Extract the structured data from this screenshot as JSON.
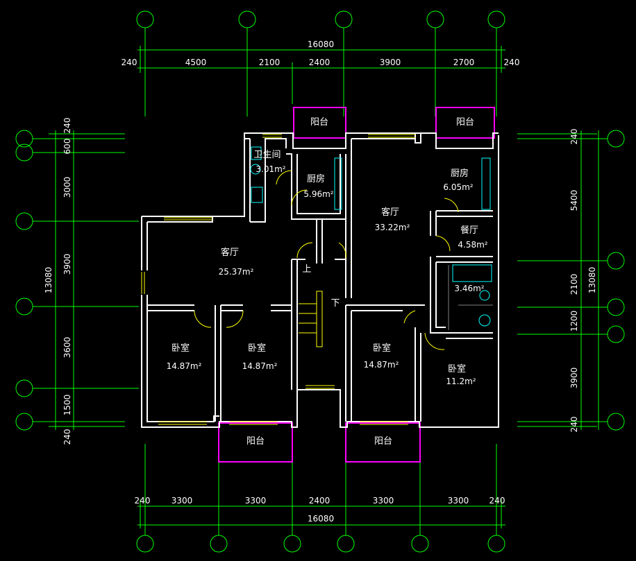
{
  "colors": {
    "background": "#000000",
    "axis": "#00ff00",
    "wall": "#ffffff",
    "balcony": "#ff00ff",
    "window": "#ffff00",
    "fixture": "#00ffff"
  },
  "dims": {
    "top_total": "16080",
    "top_row": [
      "240",
      "4500",
      "2100",
      "2400",
      "3900",
      "2700",
      "240"
    ],
    "bottom_total": "16080",
    "bottom_row": [
      "240",
      "3300",
      "3300",
      "2400",
      "3300",
      "3300",
      "240"
    ],
    "left_total": "13080",
    "left_row": [
      "240",
      "600",
      "3000",
      "3900",
      "3600",
      "1500",
      "240"
    ],
    "right_total": "13080",
    "right_row": [
      "240",
      "5400",
      "2100",
      "1200",
      "3900",
      "240"
    ]
  },
  "rooms": {
    "balcony_top_left": "阳台",
    "balcony_top_right": "阳台",
    "bathroom_left": "卫生间",
    "bathroom_left_area": "3.01m²",
    "kitchen_left": "厨房",
    "kitchen_left_area": "5.96m²",
    "living_center": "客厅",
    "living_center_area": "33.22m²",
    "kitchen_right": "厨房",
    "kitchen_right_area": "6.05m²",
    "dining_right": "餐厅",
    "dining_right_area": "4.58m²",
    "living_left": "客厅",
    "living_left_area": "25.37m²",
    "bathroom_right_area": "3.46m²",
    "stair_up": "上",
    "stair_down": "下",
    "bedroom_1": "卧室",
    "bedroom_1_area": "14.87m²",
    "bedroom_2": "卧室",
    "bedroom_2_area": "14.87m²",
    "bedroom_3": "卧室",
    "bedroom_3_area": "14.87m²",
    "bedroom_4": "卧室",
    "bedroom_4_area": "11.2m²",
    "balcony_bottom_left": "阳台",
    "balcony_bottom_right": "阳台"
  }
}
